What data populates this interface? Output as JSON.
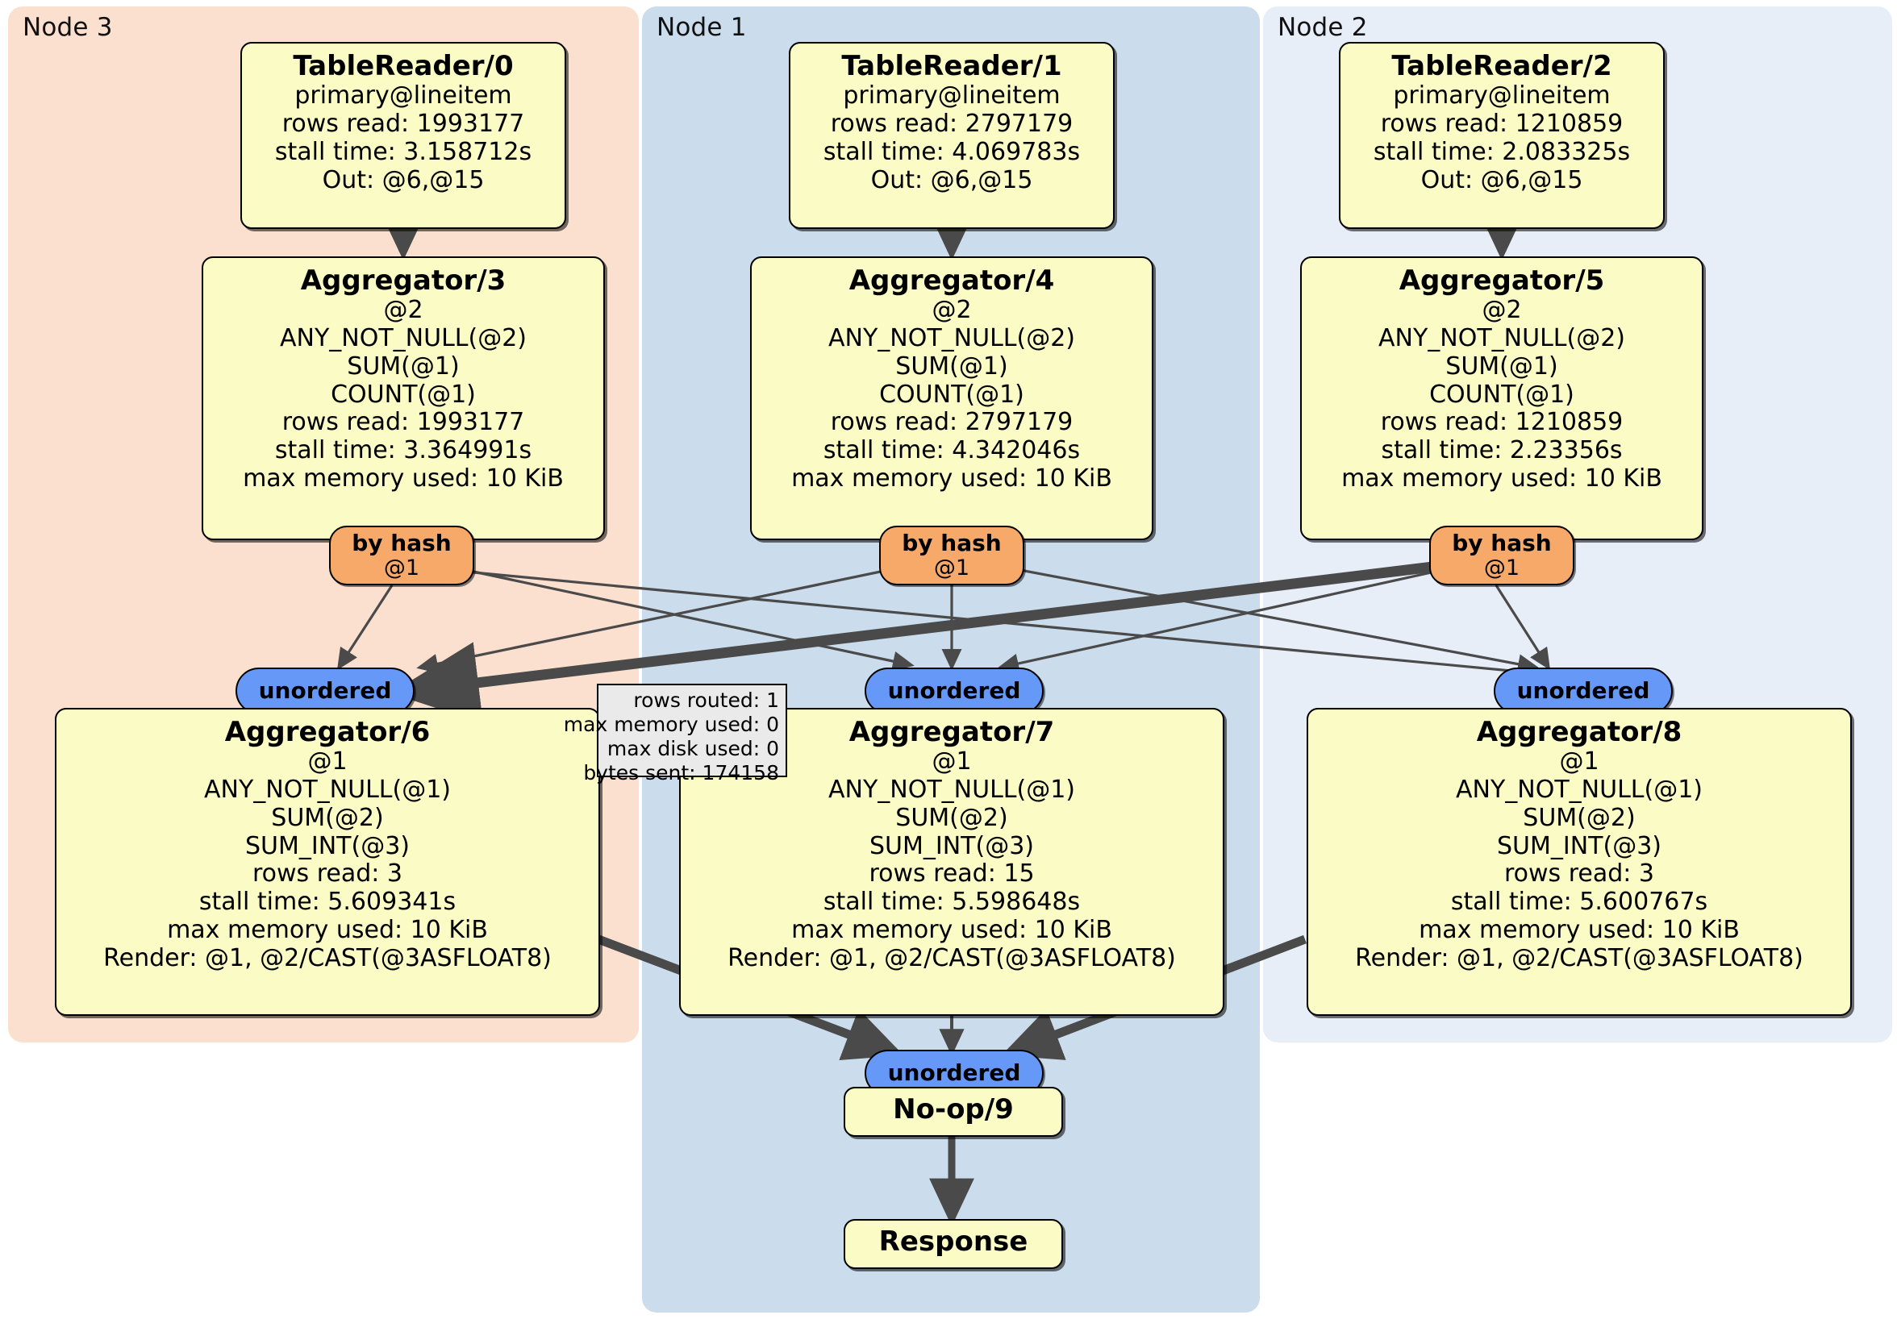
{
  "diagram": {
    "type": "distributed-query-execution-plan",
    "panels": [
      {
        "id": "node3",
        "label": "Node 3",
        "color": "#FBE0D0"
      },
      {
        "id": "node1",
        "label": "Node 1",
        "color": "#CBDCEC"
      },
      {
        "id": "node2",
        "label": "Node 2",
        "color": "#E8EEF8"
      }
    ],
    "colors": {
      "processor_fill": "#FBFBC6",
      "hash_router_fill": "#F7A96A",
      "unordered_fill": "#6699F7",
      "stat_box_fill": "#EAEAEA",
      "edge_color": "#4a4a4a",
      "node3_panel": "#FBE0D0",
      "node1_panel": "#CBDCEC",
      "node2_panel": "#E8EEF8"
    },
    "table_readers": [
      {
        "title": "TableReader/0",
        "lines": [
          "primary@lineitem",
          "rows read: 1993177",
          "stall time: 3.158712s",
          "Out: @6,@15"
        ]
      },
      {
        "title": "TableReader/1",
        "lines": [
          "primary@lineitem",
          "rows read: 2797179",
          "stall time: 4.069783s",
          "Out: @6,@15"
        ]
      },
      {
        "title": "TableReader/2",
        "lines": [
          "primary@lineitem",
          "rows read: 1210859",
          "stall time: 2.083325s",
          "Out: @6,@15"
        ]
      }
    ],
    "aggregators_local": [
      {
        "title": "Aggregator/3",
        "lines": [
          "@2",
          "ANY_NOT_NULL(@2)",
          "SUM(@1)",
          "COUNT(@1)",
          "rows read: 1993177",
          "stall time: 3.364991s",
          "max memory used: 10 KiB"
        ]
      },
      {
        "title": "Aggregator/4",
        "lines": [
          "@2",
          "ANY_NOT_NULL(@2)",
          "SUM(@1)",
          "COUNT(@1)",
          "rows read: 2797179",
          "stall time: 4.342046s",
          "max memory used: 10 KiB"
        ]
      },
      {
        "title": "Aggregator/5",
        "lines": [
          "@2",
          "ANY_NOT_NULL(@2)",
          "SUM(@1)",
          "COUNT(@1)",
          "rows read: 1210859",
          "stall time: 2.23356s",
          "max memory used: 10 KiB"
        ]
      }
    ],
    "hash_routers": [
      {
        "title": "by hash",
        "sub": "@1"
      },
      {
        "title": "by hash",
        "sub": "@1"
      },
      {
        "title": "by hash",
        "sub": "@1"
      }
    ],
    "unordered_receivers": [
      {
        "label": "unordered"
      },
      {
        "label": "unordered"
      },
      {
        "label": "unordered"
      }
    ],
    "aggregators_final": [
      {
        "title": "Aggregator/6",
        "lines": [
          "@1",
          "ANY_NOT_NULL(@1)",
          "SUM(@2)",
          "SUM_INT(@3)",
          "rows read: 3",
          "stall time: 5.609341s",
          "max memory used: 10 KiB",
          "Render: @1, @2/CAST(@3ASFLOAT8)"
        ]
      },
      {
        "title": "Aggregator/7",
        "lines": [
          "@1",
          "ANY_NOT_NULL(@1)",
          "SUM(@2)",
          "SUM_INT(@3)",
          "rows read: 15",
          "stall time: 5.598648s",
          "max memory used: 10 KiB",
          "Render: @1, @2/CAST(@3ASFLOAT8)"
        ]
      },
      {
        "title": "Aggregator/8",
        "lines": [
          "@1",
          "ANY_NOT_NULL(@1)",
          "SUM(@2)",
          "SUM_INT(@3)",
          "rows read: 3",
          "stall time: 5.600767s",
          "max memory used: 10 KiB",
          "Render: @1, @2/CAST(@3ASFLOAT8)"
        ]
      }
    ],
    "stream_stats": {
      "lines": [
        "rows routed: 1",
        "max memory used: 0",
        "max disk used: 0",
        "bytes sent: 174158"
      ]
    },
    "final_unordered": {
      "label": "unordered"
    },
    "noop": {
      "title": "No-op/9"
    },
    "response": {
      "title": "Response"
    }
  }
}
